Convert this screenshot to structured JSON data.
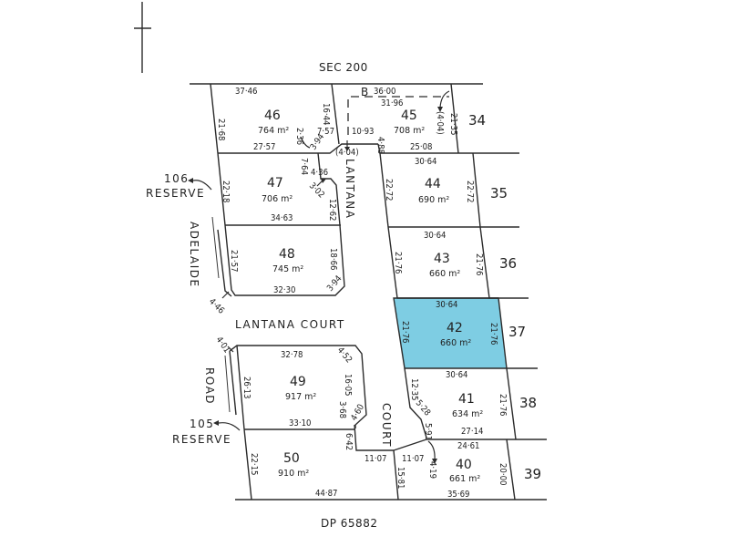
{
  "plan": {
    "north_label": "SEC 200",
    "south_label": "DP 65882",
    "easement_label": "B",
    "highlight_color": "#7ecde3",
    "roads": {
      "lantana_upper": "LANTANA",
      "court_lower": "COURT",
      "lantana_court": "LANTANA COURT",
      "adelaide": "ADELAIDE",
      "road": "ROAD"
    },
    "reserves": [
      {
        "number": "106",
        "label": "RESERVE"
      },
      {
        "number": "105",
        "label": "RESERVE"
      }
    ],
    "neighbours": [
      "34",
      "35",
      "36",
      "37",
      "38",
      "39"
    ],
    "lots": [
      {
        "number": "46",
        "area": "764 m²",
        "dims": {
          "north": "37·46",
          "west": "21·68",
          "south": "27·57",
          "east": "16·44",
          "c1": "7·57",
          "c2": "2·36",
          "c3": "3·94"
        }
      },
      {
        "number": "45",
        "area": "708 m²",
        "dims": {
          "north": "36·00",
          "inner": "31·96",
          "east": "21·35",
          "easement": "(4·04)",
          "west": "10·93",
          "sw": "4·88",
          "south": "25·08",
          "road": "(4·04)"
        }
      },
      {
        "number": "47",
        "area": "706 m²",
        "dims": {
          "west": "22·18",
          "south": "34·63",
          "c1": "7·64",
          "c2": "4·36",
          "c3": "3·02",
          "east": "12·62"
        }
      },
      {
        "number": "44",
        "area": "690 m²",
        "dims": {
          "north": "30·64",
          "west": "22·72",
          "east": "22·72"
        }
      },
      {
        "number": "48",
        "area": "745 m²",
        "dims": {
          "west": "21·57",
          "east": "18·66",
          "south": "32·30",
          "corner": "3·94",
          "sw": "4·46"
        }
      },
      {
        "number": "43",
        "area": "660 m²",
        "dims": {
          "north": "30·64",
          "west": "21·76",
          "east": "21·76"
        }
      },
      {
        "number": "42",
        "area": "660 m²",
        "highlighted": true,
        "dims": {
          "north": "30·64",
          "west": "21·76",
          "east": "21·76"
        }
      },
      {
        "number": "49",
        "area": "917 m²",
        "dims": {
          "north": "32·78",
          "west": "26·13",
          "corner": "4·52",
          "east": "16·05",
          "c2": "3·68",
          "nw": "4·01",
          "c3": "4·60"
        }
      },
      {
        "number": "41",
        "area": "634 m²",
        "dims": {
          "north": "30·64",
          "west": "12·35",
          "c1": "5·28",
          "c2": "5·91",
          "south": "27·14",
          "east": "21·76"
        }
      },
      {
        "number": "50",
        "area": "910 m²",
        "dims": {
          "north": "33·10",
          "west": "22·15",
          "east": "6·42",
          "se": "11·07",
          "south": "44·87"
        }
      },
      {
        "number": "40",
        "area": "661 m²",
        "dims": {
          "north": "24·61",
          "west": "15·81",
          "nw": "11·07",
          "arc": "4·19",
          "east": "20·00",
          "south": "35·69"
        }
      }
    ]
  }
}
